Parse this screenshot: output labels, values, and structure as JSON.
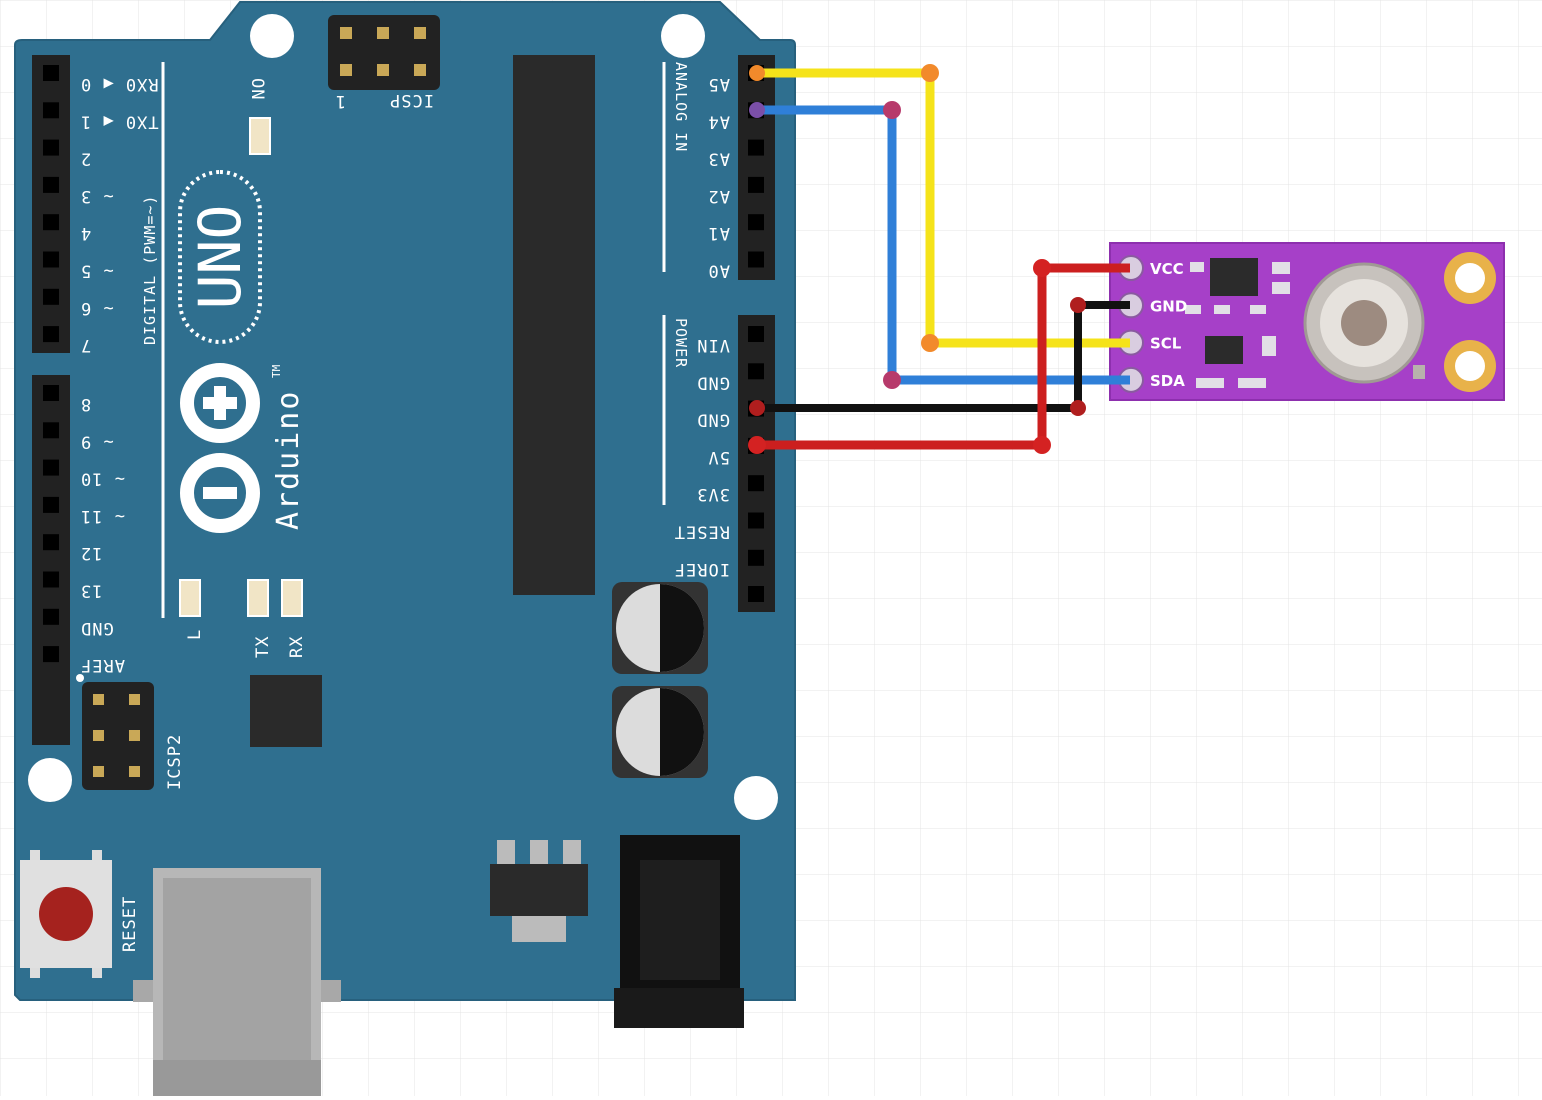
{
  "board": {
    "name": "UNO",
    "brand": "Arduino",
    "trademark": "TM",
    "digital_header_title": "DIGITAL (PWM=~)",
    "digital_pins": [
      "RX0 ◀ 0",
      "TX0 ◀ 1",
      "2",
      "~ 3",
      "4",
      "~ 5",
      "~ 6",
      "7",
      "8",
      "~ 9",
      "~ 10",
      "~ 11",
      "12",
      "13",
      "GND",
      "AREF"
    ],
    "analog_header_title": "ANALOG IN",
    "analog_pins": [
      "A5",
      "A4",
      "A3",
      "A2",
      "A1",
      "A0"
    ],
    "power_header_title": "POWER",
    "power_pins": [
      "VIN",
      "GND",
      "GND",
      "5V",
      "3V3",
      "RESET",
      "IOREF"
    ],
    "icsp_label": "ICSP",
    "icsp_pin1_label": "1",
    "icsp2_label": "ICSP2",
    "led_labels": {
      "on": "ON",
      "l": "L",
      "tx": "TX",
      "rx": "RX"
    },
    "reset_label": "RESET",
    "colors": {
      "pcb": "#2f6f8f",
      "header": "#222222",
      "chip": "#2a2a2a"
    }
  },
  "sensor_module": {
    "pins": [
      "VCC",
      "GND",
      "SCL",
      "SDA"
    ],
    "colors": {
      "pcb": "#a640c8",
      "pad": "#e8b24a"
    }
  },
  "wires": [
    {
      "from": "A5",
      "to": "SCL",
      "color": "#f5e31a"
    },
    {
      "from": "A4",
      "to": "SDA",
      "color": "#2f7fd8"
    },
    {
      "from": "GND",
      "to": "GND",
      "color": "#111111"
    },
    {
      "from": "5V",
      "to": "VCC",
      "color": "#cc1f1f"
    }
  ],
  "canvas": {
    "grid_color": "#e4e4e4"
  }
}
